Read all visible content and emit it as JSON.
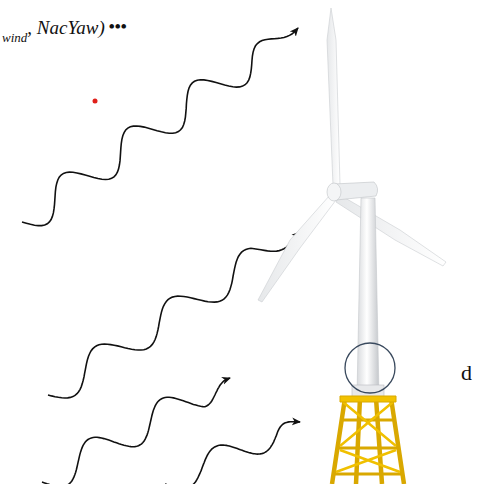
{
  "diagram": {
    "labels": [
      "wind",
      ", NacYaw)",
      "•••",
      "d"
    ]
  }
}
